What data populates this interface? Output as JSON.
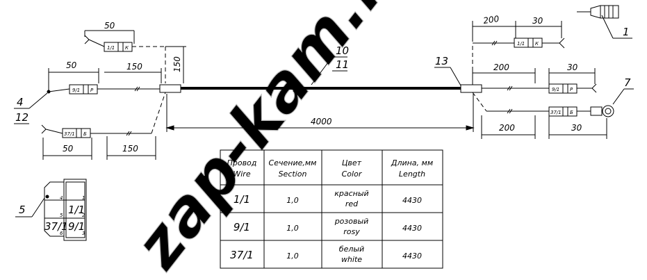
{
  "watermark": "zap-kam.ru",
  "dimensions": {
    "left_top_branch": "50",
    "left_mid_branch": "50",
    "left_mid_run": "150",
    "left_vertical": "150",
    "left_bottom_branch": "50",
    "left_bottom_run": "150",
    "overall_length": "4000",
    "right_top_run": "200",
    "right_top_branch": "30",
    "right_mid_run": "200",
    "right_mid_branch": "30",
    "right_bottom_run": "200",
    "right_bottom_branch": "30"
  },
  "wire_markers": {
    "top_left": {
      "num": "1/1",
      "color": "К"
    },
    "mid_left": {
      "num": "9/1",
      "color": "Р"
    },
    "bottom_left": {
      "num": "37/1",
      "color": "Б"
    },
    "top_right": {
      "num": "1/1",
      "color": "К"
    },
    "mid_right": {
      "num": "9/1",
      "color": "Р"
    },
    "bottom_right": {
      "num": "37/1",
      "color": "Б"
    }
  },
  "callouts": {
    "c1": "1",
    "c4": "4",
    "c12": "12",
    "c5": "5",
    "c7": "7",
    "c10": "10",
    "c11": "11",
    "c13": "13"
  },
  "connector": {
    "slot_4": "4",
    "slot_1": "1",
    "slot_5": "5",
    "slot_2": "2",
    "slot_6": "6",
    "slot_3": "3",
    "pin_1": "1/1",
    "pin_37": "37/1",
    "pin_9": "9/1"
  },
  "table": {
    "headers": [
      {
        "ru": "Провод",
        "en": "Wire"
      },
      {
        "ru": "Сечение,мм",
        "en": "Section"
      },
      {
        "ru": "Цвет",
        "en": "Color"
      },
      {
        "ru": "Длина, мм",
        "en": "Length"
      }
    ],
    "rows": [
      {
        "wire": "1/1",
        "section": "1,0",
        "color_ru": "красный",
        "color_en": "red",
        "length": "4430"
      },
      {
        "wire": "9/1",
        "section": "1,0",
        "color_ru": "розовый",
        "color_en": "rosy",
        "length": "4430"
      },
      {
        "wire": "37/1",
        "section": "1,0",
        "color_ru": "белый",
        "color_en": "white",
        "length": "4430"
      }
    ]
  }
}
